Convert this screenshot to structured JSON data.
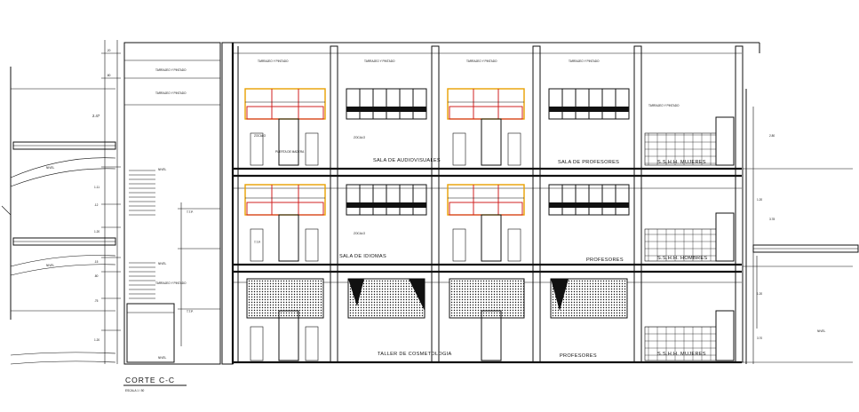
{
  "drawing": {
    "title": "CORTE C-C",
    "scale": "ESCALA 1 / 50"
  },
  "rooms": {
    "floor3": [
      "SALA DE AUDIOVISUALES",
      "SALA DE PROFESORES",
      "S.S.H.H. MUJERES"
    ],
    "floor2": [
      "SALA DE IDIOMAS",
      "PROFESORES",
      "S.S.H.H. HOMBRES"
    ],
    "floor1": [
      "TALLER DE COSMETOLOGIA",
      "PROFESORES",
      "S.S.H.H. MUJERES"
    ]
  },
  "labels": {
    "tarrajeo": "TARRAJEO Y PINTADO",
    "zocalo": "ZOCALO",
    "tipico": "T.T.P.",
    "nivel": "NIVEL",
    "puerta": "PUERTA DE MADERA"
  },
  "dimensions": {
    "left": [
      ".20",
      ".80",
      "2.47",
      "1.11",
      ".12",
      "1.20",
      ".15",
      ".80",
      ".75",
      "1.20"
    ],
    "right": [
      "2.80",
      "1.20",
      "3.78",
      "1.20",
      "3.70"
    ]
  }
}
